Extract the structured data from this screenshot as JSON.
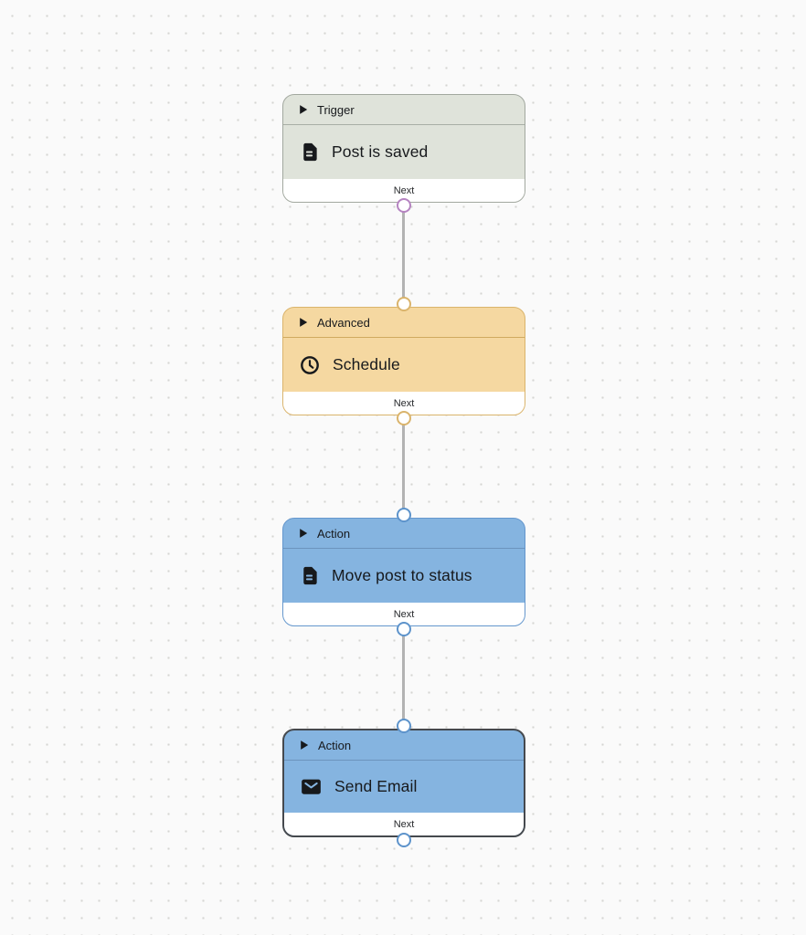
{
  "canvas": {
    "background_color": "#fafafa",
    "dot_color": "#d5d5d3",
    "edge_color": "#b3b3b3"
  },
  "nodes": [
    {
      "category": "Trigger",
      "title": "Post is saved",
      "next_label": "Next",
      "icon": "document-icon",
      "colors": {
        "fill": "#dfe3da",
        "border": "#a2a89f",
        "source_handle": "#b583c1"
      }
    },
    {
      "category": "Advanced",
      "title": "Schedule",
      "next_label": "Next",
      "icon": "clock-icon",
      "colors": {
        "fill": "#f5d8a1",
        "border": "#dab46c",
        "target_handle": "#dab46c",
        "source_handle": "#dab46c"
      }
    },
    {
      "category": "Action",
      "title": "Move post to status",
      "next_label": "Next",
      "icon": "document-icon",
      "colors": {
        "fill": "#85b4e0",
        "border": "#6597cd",
        "target_handle": "#5d93cb",
        "source_handle": "#5d93cb"
      }
    },
    {
      "category": "Action",
      "title": "Send Email",
      "next_label": "Next",
      "icon": "mail-icon",
      "selected": true,
      "colors": {
        "fill": "#85b4e0",
        "border": "#45494e",
        "target_handle": "#5d93cb",
        "source_handle": "#5d93cb"
      }
    }
  ]
}
